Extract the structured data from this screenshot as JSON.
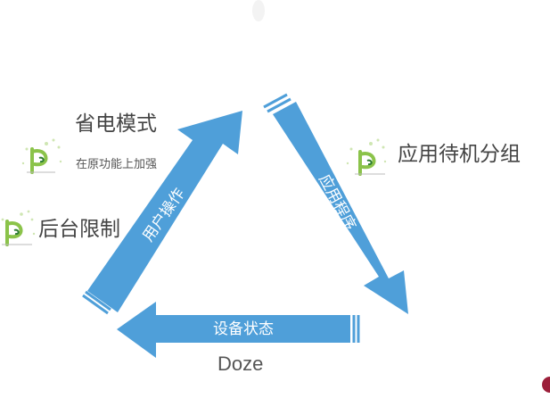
{
  "labels": {
    "power_saving_mode": "省电模式",
    "power_saving_sub": "在原功能上加强",
    "app_standby_buckets": "应用待机分组",
    "background_restriction": "后台限制",
    "doze": "Doze"
  },
  "arrows": {
    "user_action": "用户操作",
    "application": "应用程序",
    "device_state": "设备状态"
  },
  "icons": {
    "android_p": "android-p-logo",
    "corner_mark": "corner-mark"
  },
  "colors": {
    "arrow_fill": "#4f9fd9",
    "logo_green": "#8bc34a",
    "text_gray": "#444444"
  }
}
